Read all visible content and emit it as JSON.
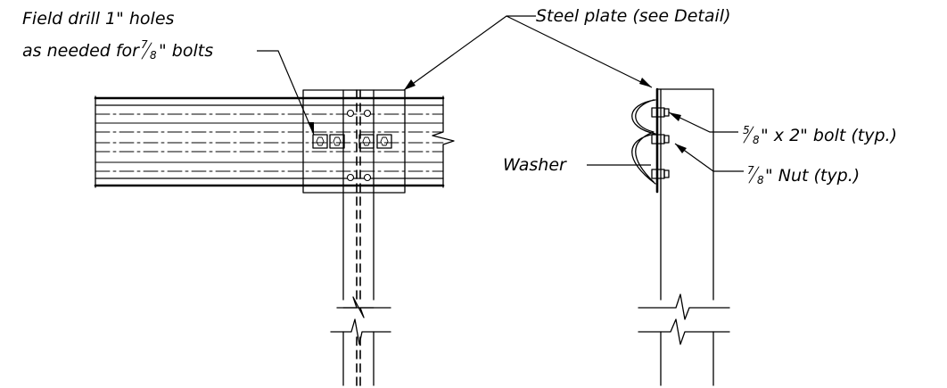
{
  "labels": {
    "field_drill_line1": "Field drill 1\" holes",
    "field_drill_line2_prefix": "as needed for ",
    "field_drill_frac_num": "7",
    "field_drill_frac_den": "8",
    "field_drill_line2_suffix": "\" bolts",
    "steel_plate": "Steel plate (see Detail)",
    "bolt_frac_num": "5",
    "bolt_frac_den": "8",
    "bolt_suffix": "\" x 2\" bolt (typ.)",
    "washer": "Washer",
    "nut_frac_num": "7",
    "nut_frac_den": "8",
    "nut_suffix": "\" Nut (typ.)"
  }
}
